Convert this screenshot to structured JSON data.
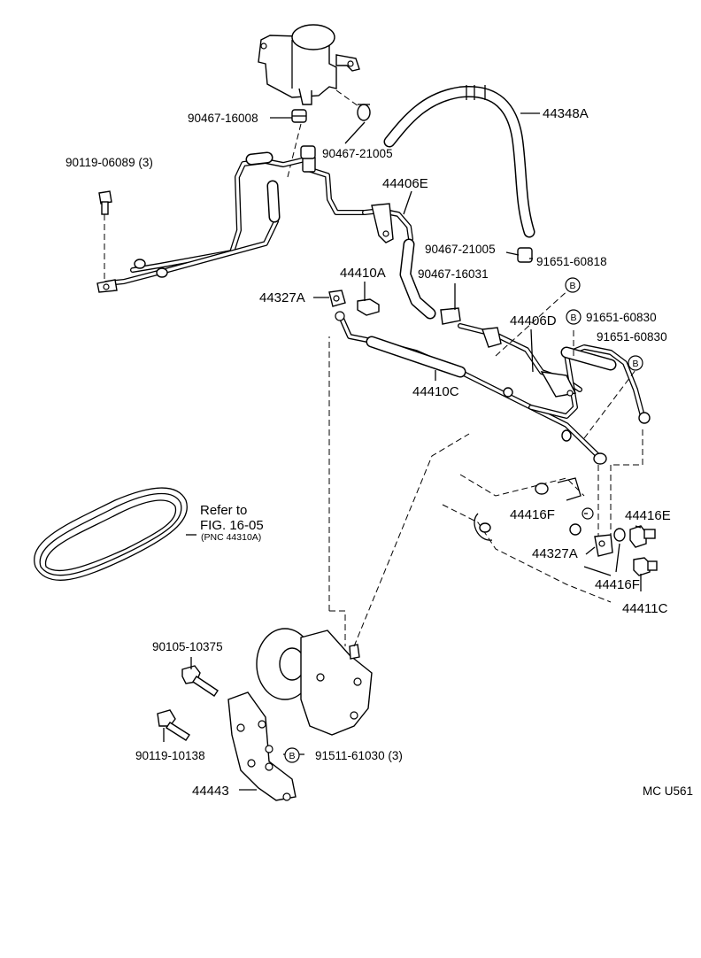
{
  "diagram_code": "MC U561",
  "circle_marker": "B",
  "refer_note": {
    "line1": "Refer to",
    "line2": "FIG. 16-05",
    "line3": "(PNC 44310A)"
  },
  "labels": {
    "p90467_16008": "90467-16008",
    "p90467_21005_top": "90467-21005",
    "p44348A": "44348A",
    "p90119_06089": "90119-06089 (3)",
    "p44406E": "44406E",
    "p90467_21005_mid": "90467-21005",
    "p91651_60818": "91651-60818",
    "p44410A": "44410A",
    "p90467_16031": "90467-16031",
    "p44327A_top": "44327A",
    "p44406D": "44406D",
    "p91651_60830_a": "91651-60830",
    "p91651_60830_b": "91651-60830",
    "p44410C": "44410C",
    "p44416F_a": "44416F",
    "p44416E": "44416E",
    "p44327A_bot": "44327A",
    "p44416F_b": "44416F",
    "p44411C": "44411C",
    "p90105_10375": "90105-10375",
    "p90119_10138": "90119-10138",
    "p91511_61030": "91511-61030 (3)",
    "p44443": "44443"
  }
}
